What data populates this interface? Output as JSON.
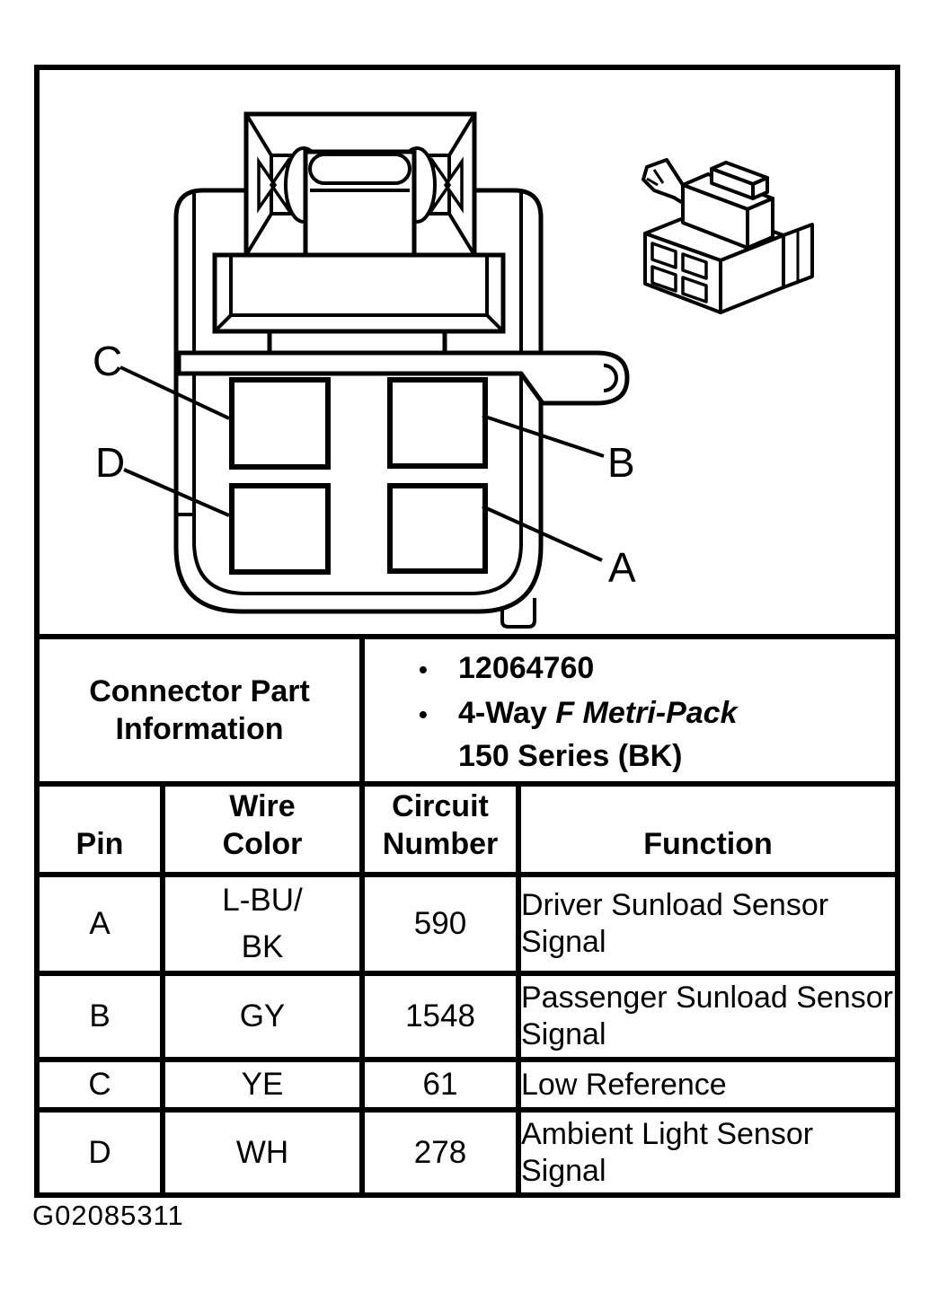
{
  "diagram": {
    "pin_labels": {
      "a": "A",
      "b": "B",
      "c": "C",
      "d": "D"
    }
  },
  "table": {
    "part_info": {
      "title_line1": "Connector Part",
      "title_line2": "Information",
      "bullet_char": "•",
      "part_number": "12064760",
      "series_prefix": "4-Way ",
      "series_italic": "F Metri-Pack",
      "series_line2": "150 Series (BK)"
    },
    "headers": {
      "pin": "Pin",
      "wire_line1": "Wire",
      "wire_line2": "Color",
      "circuit_line1": "Circuit",
      "circuit_line2": "Number",
      "function": "Function"
    },
    "rows": [
      {
        "pin": "A",
        "wire_line1": "L-BU/",
        "wire_line2": "BK",
        "circuit": "590",
        "function": "Driver Sunload Sensor Signal"
      },
      {
        "pin": "B",
        "wire_line1": "GY",
        "wire_line2": "",
        "circuit": "1548",
        "function": "Passenger Sunload Sensor Signal"
      },
      {
        "pin": "C",
        "wire_line1": "YE",
        "wire_line2": "",
        "circuit": "61",
        "function": "Low Reference"
      },
      {
        "pin": "D",
        "wire_line1": "WH",
        "wire_line2": "",
        "circuit": "278",
        "function": "Ambient Light Sensor Signal"
      }
    ]
  },
  "footer": {
    "figure_id": "G02085311"
  }
}
